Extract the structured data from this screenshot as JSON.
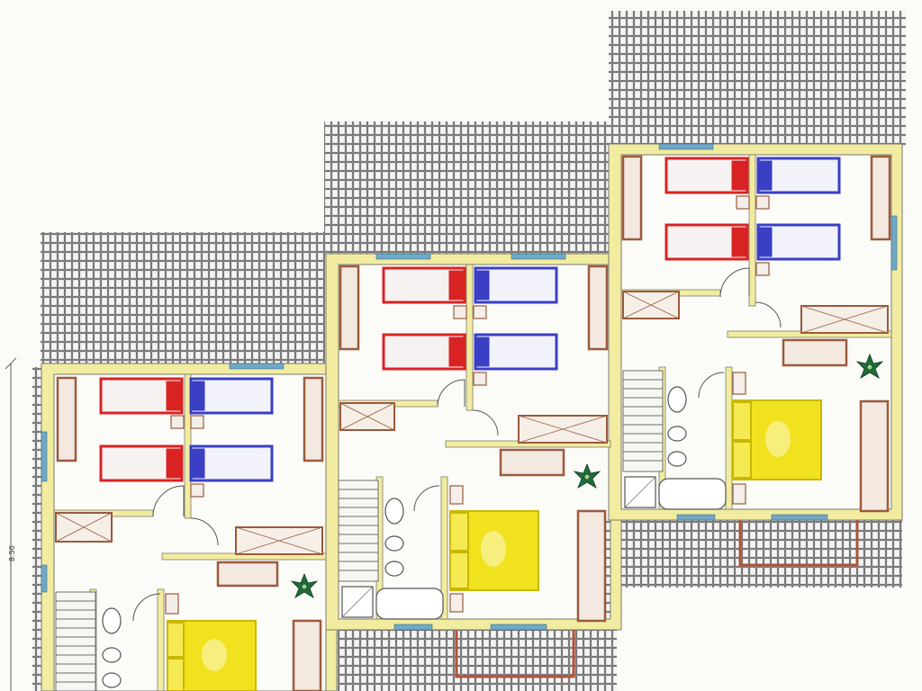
{
  "drawing": {
    "kind": "floor plan",
    "dimension_label": "8.50"
  },
  "colors": {
    "background": "#fbfbf7",
    "roof_tile_line": "#6d6d6d",
    "roof_fill": "#d9d9d9",
    "wall": "#f2eca0",
    "wall_outline": "#7a7a72",
    "bed_red": "#d92323",
    "bed_blue": "#3a3fc4",
    "bed_yellow": "#f1e21f",
    "furniture_brown": "#9a5b3d",
    "window_blue": "#6fa9c6",
    "plant_green": "#1f6d3a"
  },
  "units": [
    {
      "id": "left"
    },
    {
      "id": "middle"
    },
    {
      "id": "right"
    }
  ]
}
